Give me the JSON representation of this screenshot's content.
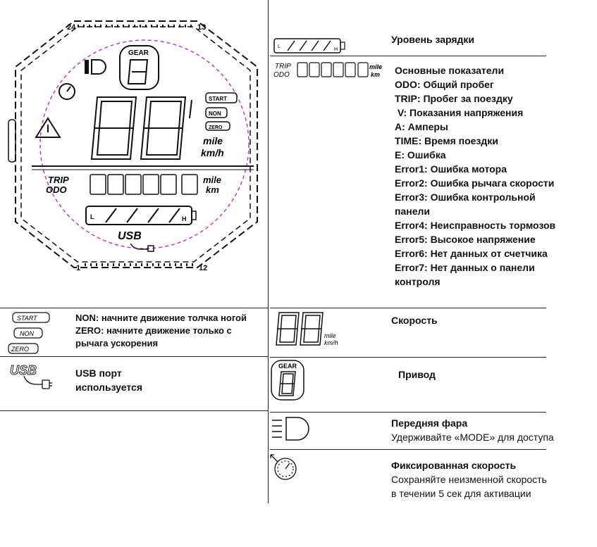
{
  "dial": {
    "top_left_number": "24",
    "top_right_number": "13",
    "bottom_left_number": "1",
    "bottom_right_number": "12",
    "gear_label": "GEAR",
    "unit_speed": "mile\nkm/h",
    "trip_label": "TRIP",
    "odo_label": "ODO",
    "unit_distance": "mile\nkm",
    "battery_l": "L",
    "battery_h": "H",
    "usb_label": "USB",
    "mode_badges": [
      "START",
      "NON",
      "ZERO"
    ]
  },
  "sections": {
    "battery": {
      "title": "Уровень зарядки"
    },
    "main": {
      "title": "Основные показатели",
      "lines": [
        "ODO: Общий пробег",
        "TRIP: Пробег за поездку",
        " V: Показания напряжения",
        "A: Амперы",
        "TIME: Время поездки",
        "E: Ошибка",
        "Error1: Ошибка мотора",
        "Error2: Ошибка рычага скорости",
        "Error3: Ошибка контрольной",
        "панели",
        "Error4: Неисправность тормозов",
        "Error5: Высокое напряжение",
        "Error6: Нет данных от счетчика",
        "Error7: Нет данных о панели",
        "контроля"
      ]
    },
    "speed": {
      "title": "Скорость"
    },
    "gear": {
      "title": "Привод"
    },
    "headlight": {
      "title": "Передняя фара",
      "subtitle": "Удерживайте «MODE» для доступа"
    },
    "cruise": {
      "title": "Фиксированная скорость",
      "line1": "Сохраняйте неизменной скорость",
      "line2": "в течении 5 сек для активации"
    },
    "start_modes": {
      "line1": "NON: начните движение толчка ногой",
      "line2": "ZERO: начните движение только с",
      "line3": "рычага ускорения"
    },
    "usb": {
      "line1": "USB порт",
      "line2": "используется"
    }
  },
  "icons": {
    "battery": "battery-icon",
    "odometer": "odometer-digits-icon",
    "speed": "speed-digits-icon",
    "gear": "gear-indicator-icon",
    "headlight": "headlight-icon",
    "cruise": "cruise-control-icon",
    "usb": "usb-icon",
    "warning": "warning-triangle-icon"
  }
}
